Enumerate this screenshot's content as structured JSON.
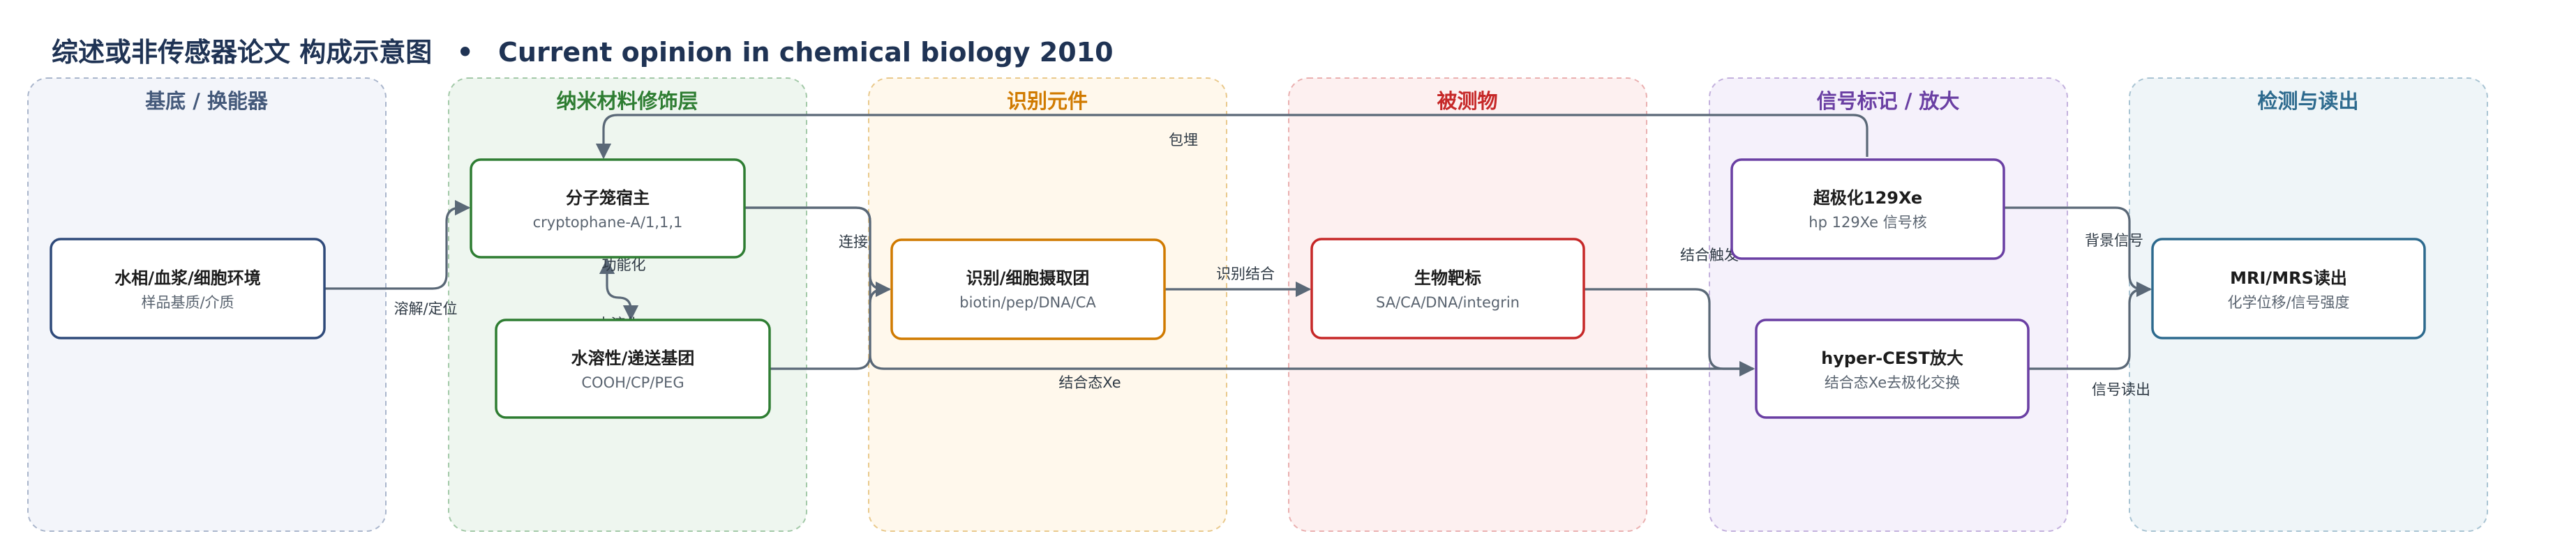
{
  "title": {
    "main": "综述或非传感器论文 构成示意图",
    "separator": "•",
    "journal": "Current opinion in chemical biology 2010"
  },
  "columns": [
    {
      "id": "substrate",
      "label": "基底 / 换能器",
      "color": "#44597a",
      "bg": "#f3f5fa",
      "border": "#aab6cc"
    },
    {
      "id": "nano",
      "label": "纳米材料修饰层",
      "color": "#2e7d32",
      "bg": "#eef6ef",
      "border": "#a3c9a8"
    },
    {
      "id": "recognition",
      "label": "识别元件",
      "color": "#d07a00",
      "bg": "#fff8ec",
      "border": "#e9c98c"
    },
    {
      "id": "analyte",
      "label": "被测物",
      "color": "#c62828",
      "bg": "#fdf0f0",
      "border": "#eab0b0"
    },
    {
      "id": "signal",
      "label": "信号标记 / 放大",
      "color": "#6a3fa3",
      "bg": "#f5f1fb",
      "border": "#c3b1dd"
    },
    {
      "id": "readout",
      "label": "检测与读出",
      "color": "#2d6a8e",
      "bg": "#eff5f8",
      "border": "#a9c4d3"
    }
  ],
  "nodes": [
    {
      "id": "env",
      "title": "水相/血浆/细胞环境",
      "subtitle": "样品基质/介质",
      "color": "#2f4a7a"
    },
    {
      "id": "host",
      "title": "分子笼宿主",
      "subtitle": "cryptophane-A/1,1,1",
      "color": "#2e7d32"
    },
    {
      "id": "solgroup",
      "title": "水溶性/递送基团",
      "subtitle": "COOH/CP/PEG",
      "color": "#2e7d32"
    },
    {
      "id": "recog",
      "title": "识别/细胞摄取团",
      "subtitle": "biotin/pep/DNA/CA",
      "color": "#d07a00"
    },
    {
      "id": "target",
      "title": "生物靶标",
      "subtitle": "SA/CA/DNA/integrin",
      "color": "#c62828"
    },
    {
      "id": "xe",
      "title": "超极化129Xe",
      "subtitle": "hp 129Xe 信号核",
      "color": "#6a3fa3"
    },
    {
      "id": "hypercest",
      "title": "hyper-CEST放大",
      "subtitle": "结合态Xe去极化交换",
      "color": "#6a3fa3"
    },
    {
      "id": "mri",
      "title": "MRI/MRS读出",
      "subtitle": "化学位移/信号强度",
      "color": "#2d6a8e"
    }
  ],
  "edge_labels": {
    "dissolve": "溶解/定位",
    "functionalize": "功能化",
    "watersoluble": "水溶化",
    "encapsulate": "包埋",
    "connect": "连接",
    "recognize_bind": "识别结合",
    "bound_xe": "结合态Xe",
    "bind_trigger": "结合触发",
    "background": "背景信号",
    "signal_readout": "信号读出"
  }
}
